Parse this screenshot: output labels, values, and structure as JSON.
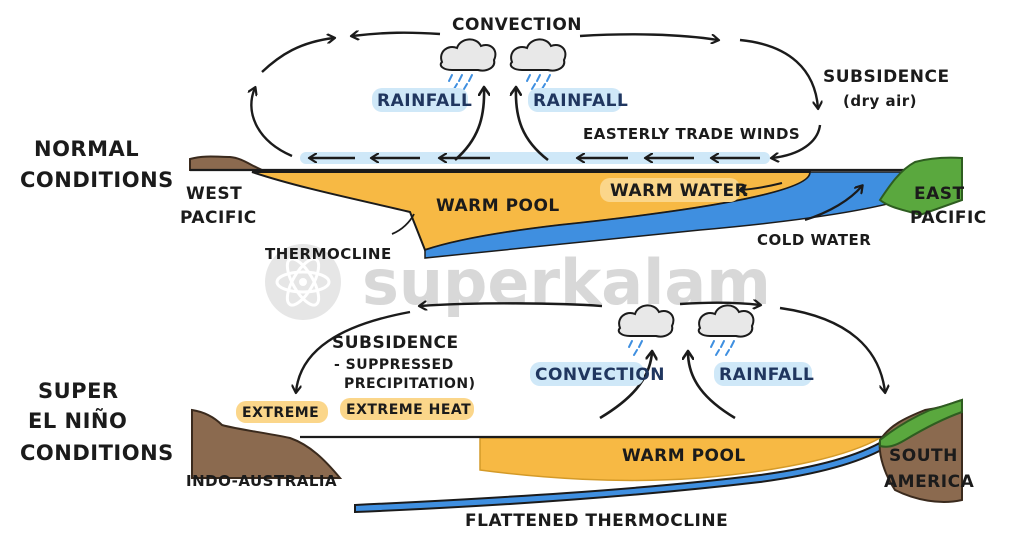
{
  "normal": {
    "heading_line1": "NORMAL",
    "heading_line2": "CONDITIONS",
    "convection": "CONVECTION",
    "rainfall_left": "RAINFALL",
    "rainfall_right": "RAINFALL",
    "subsidence": "SUBSIDENCE",
    "subsidence_note": "(dry air)",
    "trade_winds": "EASTERLY TRADE WINDS",
    "west_line1": "WEST",
    "west_line2": "PACIFIC",
    "east_line1": "EAST",
    "east_line2": "PACIFIC",
    "warm_pool": "WARM POOL",
    "warm_water": "WARM WATER",
    "cold_water": "COLD WATER",
    "thermocline": "THERMOCLINE"
  },
  "super": {
    "heading_line1": "SUPER",
    "heading_line2": "EL NIÑO",
    "heading_line3": "CONDITIONS",
    "subsidence_line1": "SUBSIDENCE",
    "subsidence_line2": "- SUPPRESSED",
    "subsidence_line3": "PRECIPITATION)",
    "extreme": "EXTREME",
    "extreme_heat": "EXTREME HEAT",
    "convection": "CONVECTION",
    "rainfall": "RAINFALL",
    "warm_pool": "WARM POOL",
    "indo_australia": "INDO-AUSTRALIA",
    "south_line1": "SOUTH",
    "south_line2": "AMERICA",
    "flattened_thermocline": "FLATTENED THERMOCLINE"
  },
  "watermark": "superkalam",
  "colors": {
    "warm_water": "#f7b944",
    "cold_water": "#3f8fe0",
    "highlight_blue": "#cfe8f8",
    "highlight_yellow": "#fbd68a",
    "land_brown": "#8b6a4f",
    "land_green": "#5aa83e",
    "ink": "#1b1b1b"
  }
}
